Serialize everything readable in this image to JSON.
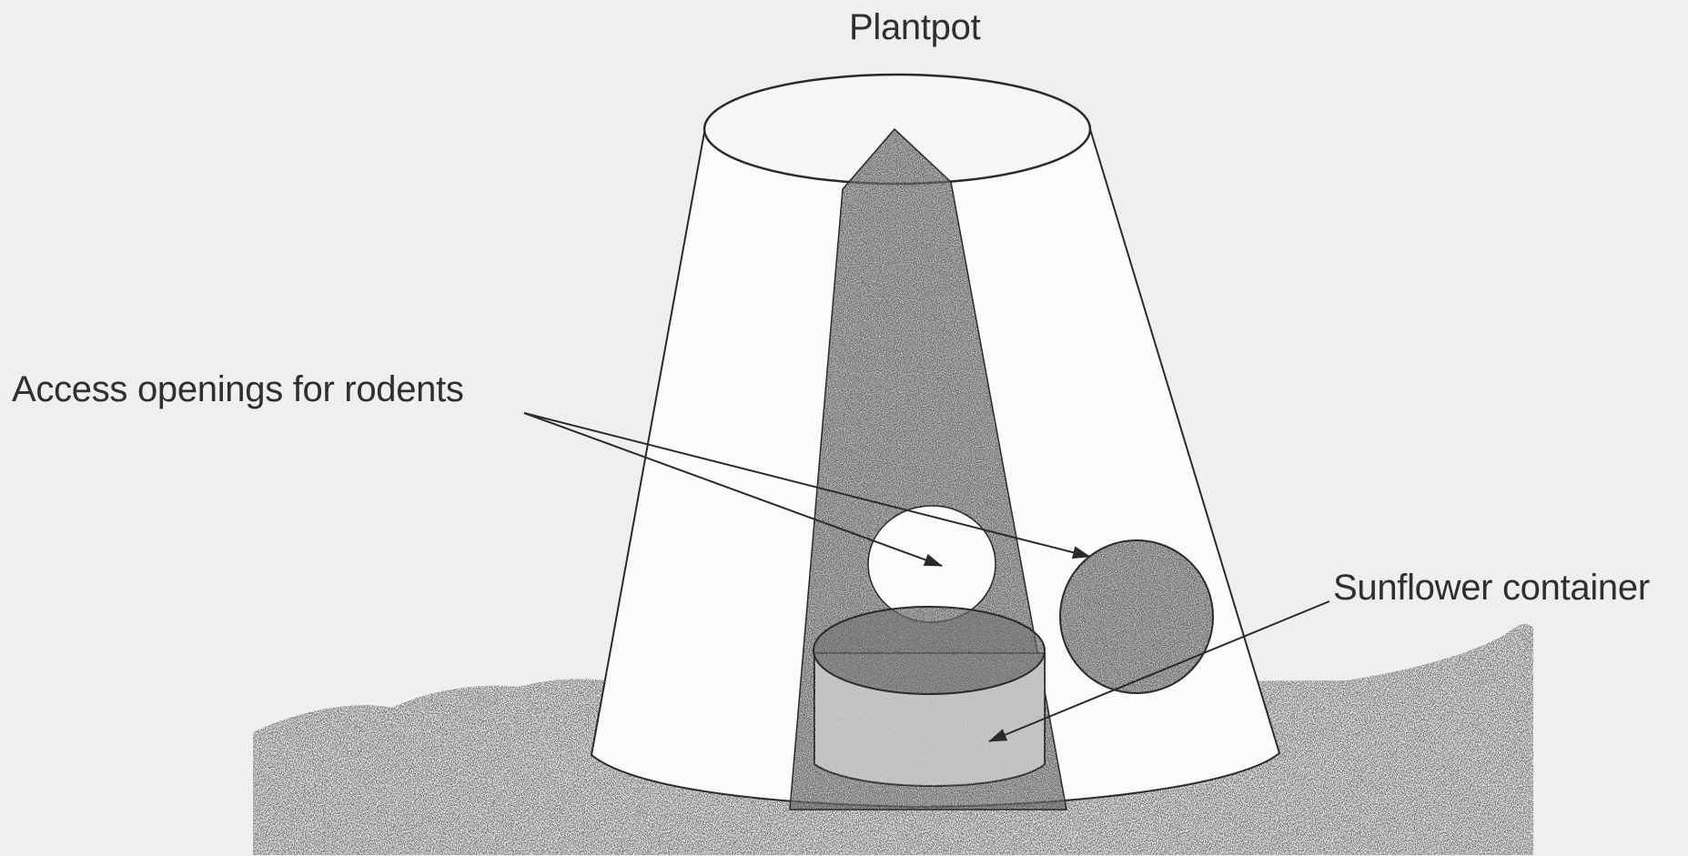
{
  "labels": {
    "plantpot": "Plantpot",
    "access_openings": "Access openings for rodents",
    "sunflower_container": "Sunflower container"
  },
  "colors": {
    "background": "#efefef",
    "pot": "#fbfbf9",
    "outline": "#2a2a2a",
    "speckle_dark": "#3a3a3a",
    "container_side": "#c9c9c9"
  }
}
